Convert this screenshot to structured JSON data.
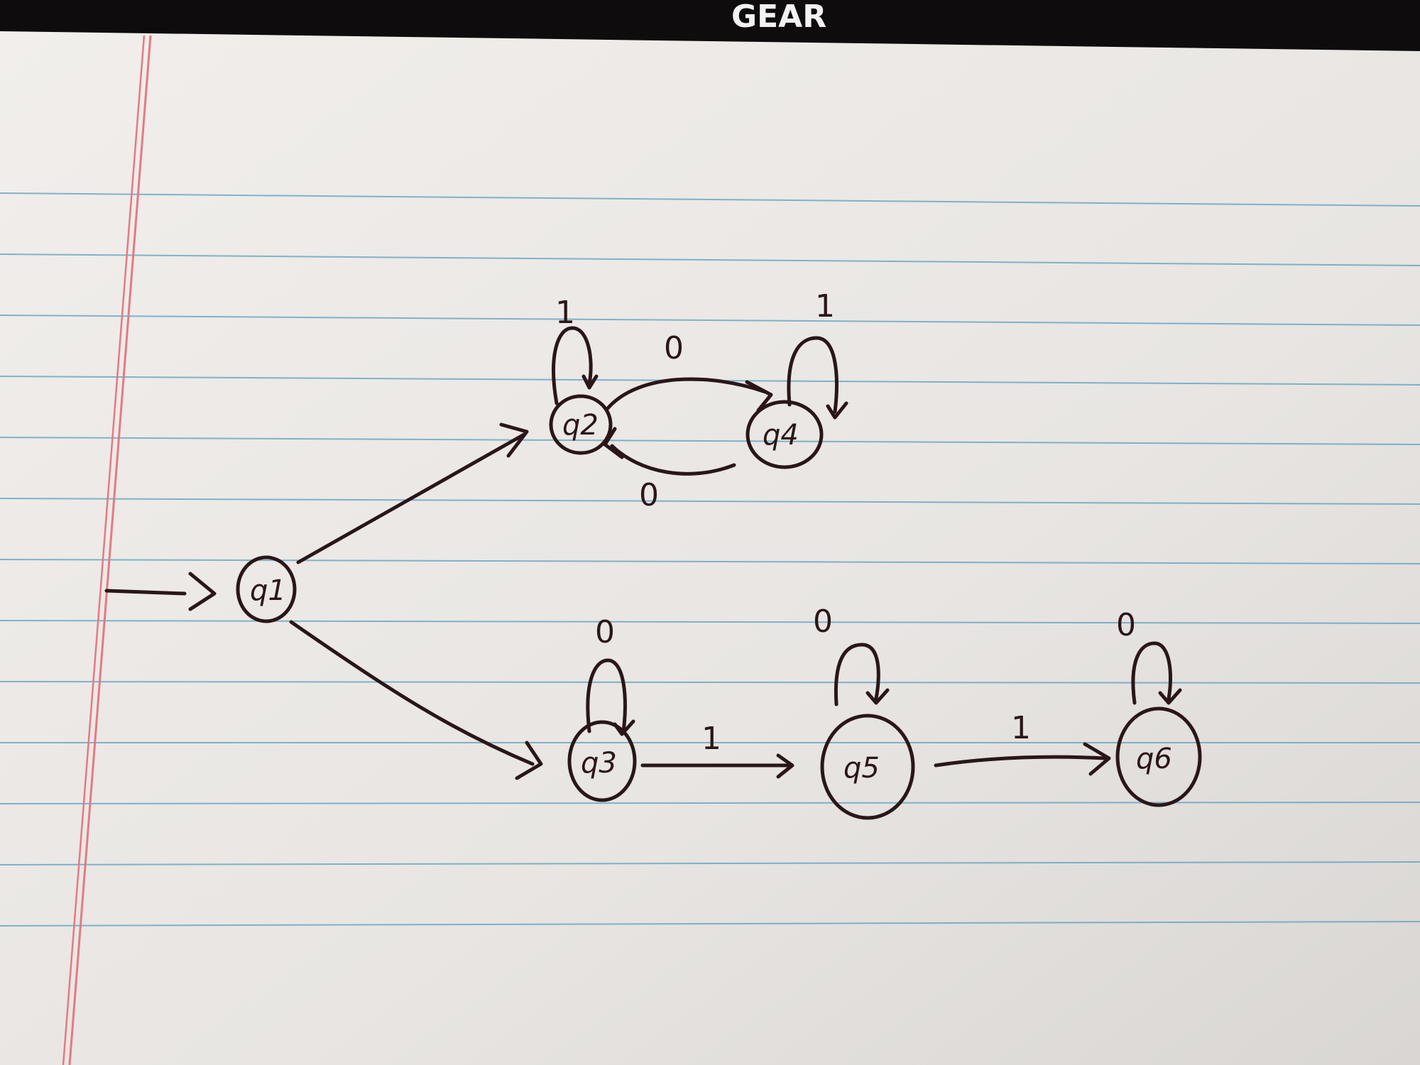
{
  "background": {
    "brand_text": "GEAR",
    "paper_color": "#ece9e6",
    "ink_color": "#2a1618",
    "rule_color": "#5b9fbf",
    "margin_color": "#e27a86"
  },
  "diagram": {
    "states": [
      {
        "id": "q1",
        "label": "q1"
      },
      {
        "id": "q2",
        "label": "q2"
      },
      {
        "id": "q4",
        "label": "q4"
      },
      {
        "id": "q3",
        "label": "q3"
      },
      {
        "id": "q5",
        "label": "q5"
      },
      {
        "id": "q6",
        "label": "q6"
      }
    ],
    "transitions": [
      {
        "from": "q1",
        "to": "q2",
        "label": ""
      },
      {
        "from": "q1",
        "to": "q3",
        "label": ""
      },
      {
        "from": "q2",
        "to": "q2",
        "label": "1"
      },
      {
        "from": "q2",
        "to": "q4",
        "label": "0"
      },
      {
        "from": "q4",
        "to": "q4",
        "label": "1"
      },
      {
        "from": "q4",
        "to": "q2",
        "label": "0"
      },
      {
        "from": "q3",
        "to": "q3",
        "label": "0"
      },
      {
        "from": "q3",
        "to": "q5",
        "label": "1"
      },
      {
        "from": "q5",
        "to": "q5",
        "label": "0"
      },
      {
        "from": "q5",
        "to": "q6",
        "label": "1"
      },
      {
        "from": "q6",
        "to": "q6",
        "label": "0"
      }
    ]
  }
}
